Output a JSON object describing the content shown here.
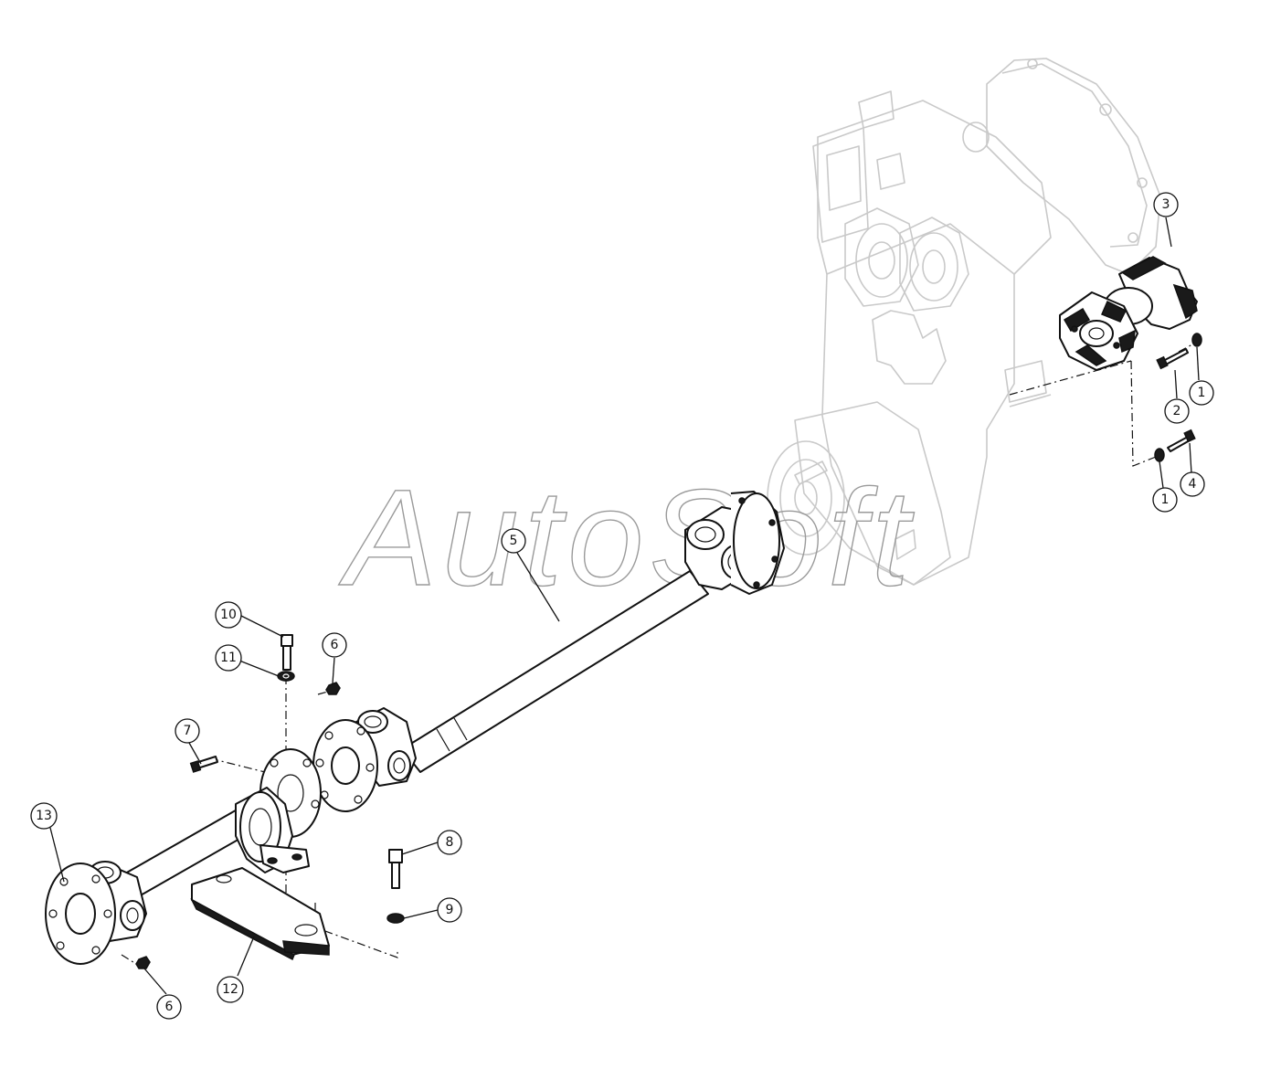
{
  "watermark": "AutoSoft",
  "callouts": [
    {
      "id": "c1a",
      "label": "1"
    },
    {
      "id": "c1b",
      "label": "1"
    },
    {
      "id": "c2",
      "label": "2"
    },
    {
      "id": "c3",
      "label": "3"
    },
    {
      "id": "c4",
      "label": "4"
    },
    {
      "id": "c5",
      "label": "5"
    },
    {
      "id": "c6a",
      "label": "6"
    },
    {
      "id": "c6b",
      "label": "6"
    },
    {
      "id": "c7",
      "label": "7"
    },
    {
      "id": "c8",
      "label": "8"
    },
    {
      "id": "c9",
      "label": "9"
    },
    {
      "id": "c10",
      "label": "10"
    },
    {
      "id": "c11",
      "label": "11"
    },
    {
      "id": "c12",
      "label": "12"
    },
    {
      "id": "c13",
      "label": "13"
    }
  ]
}
